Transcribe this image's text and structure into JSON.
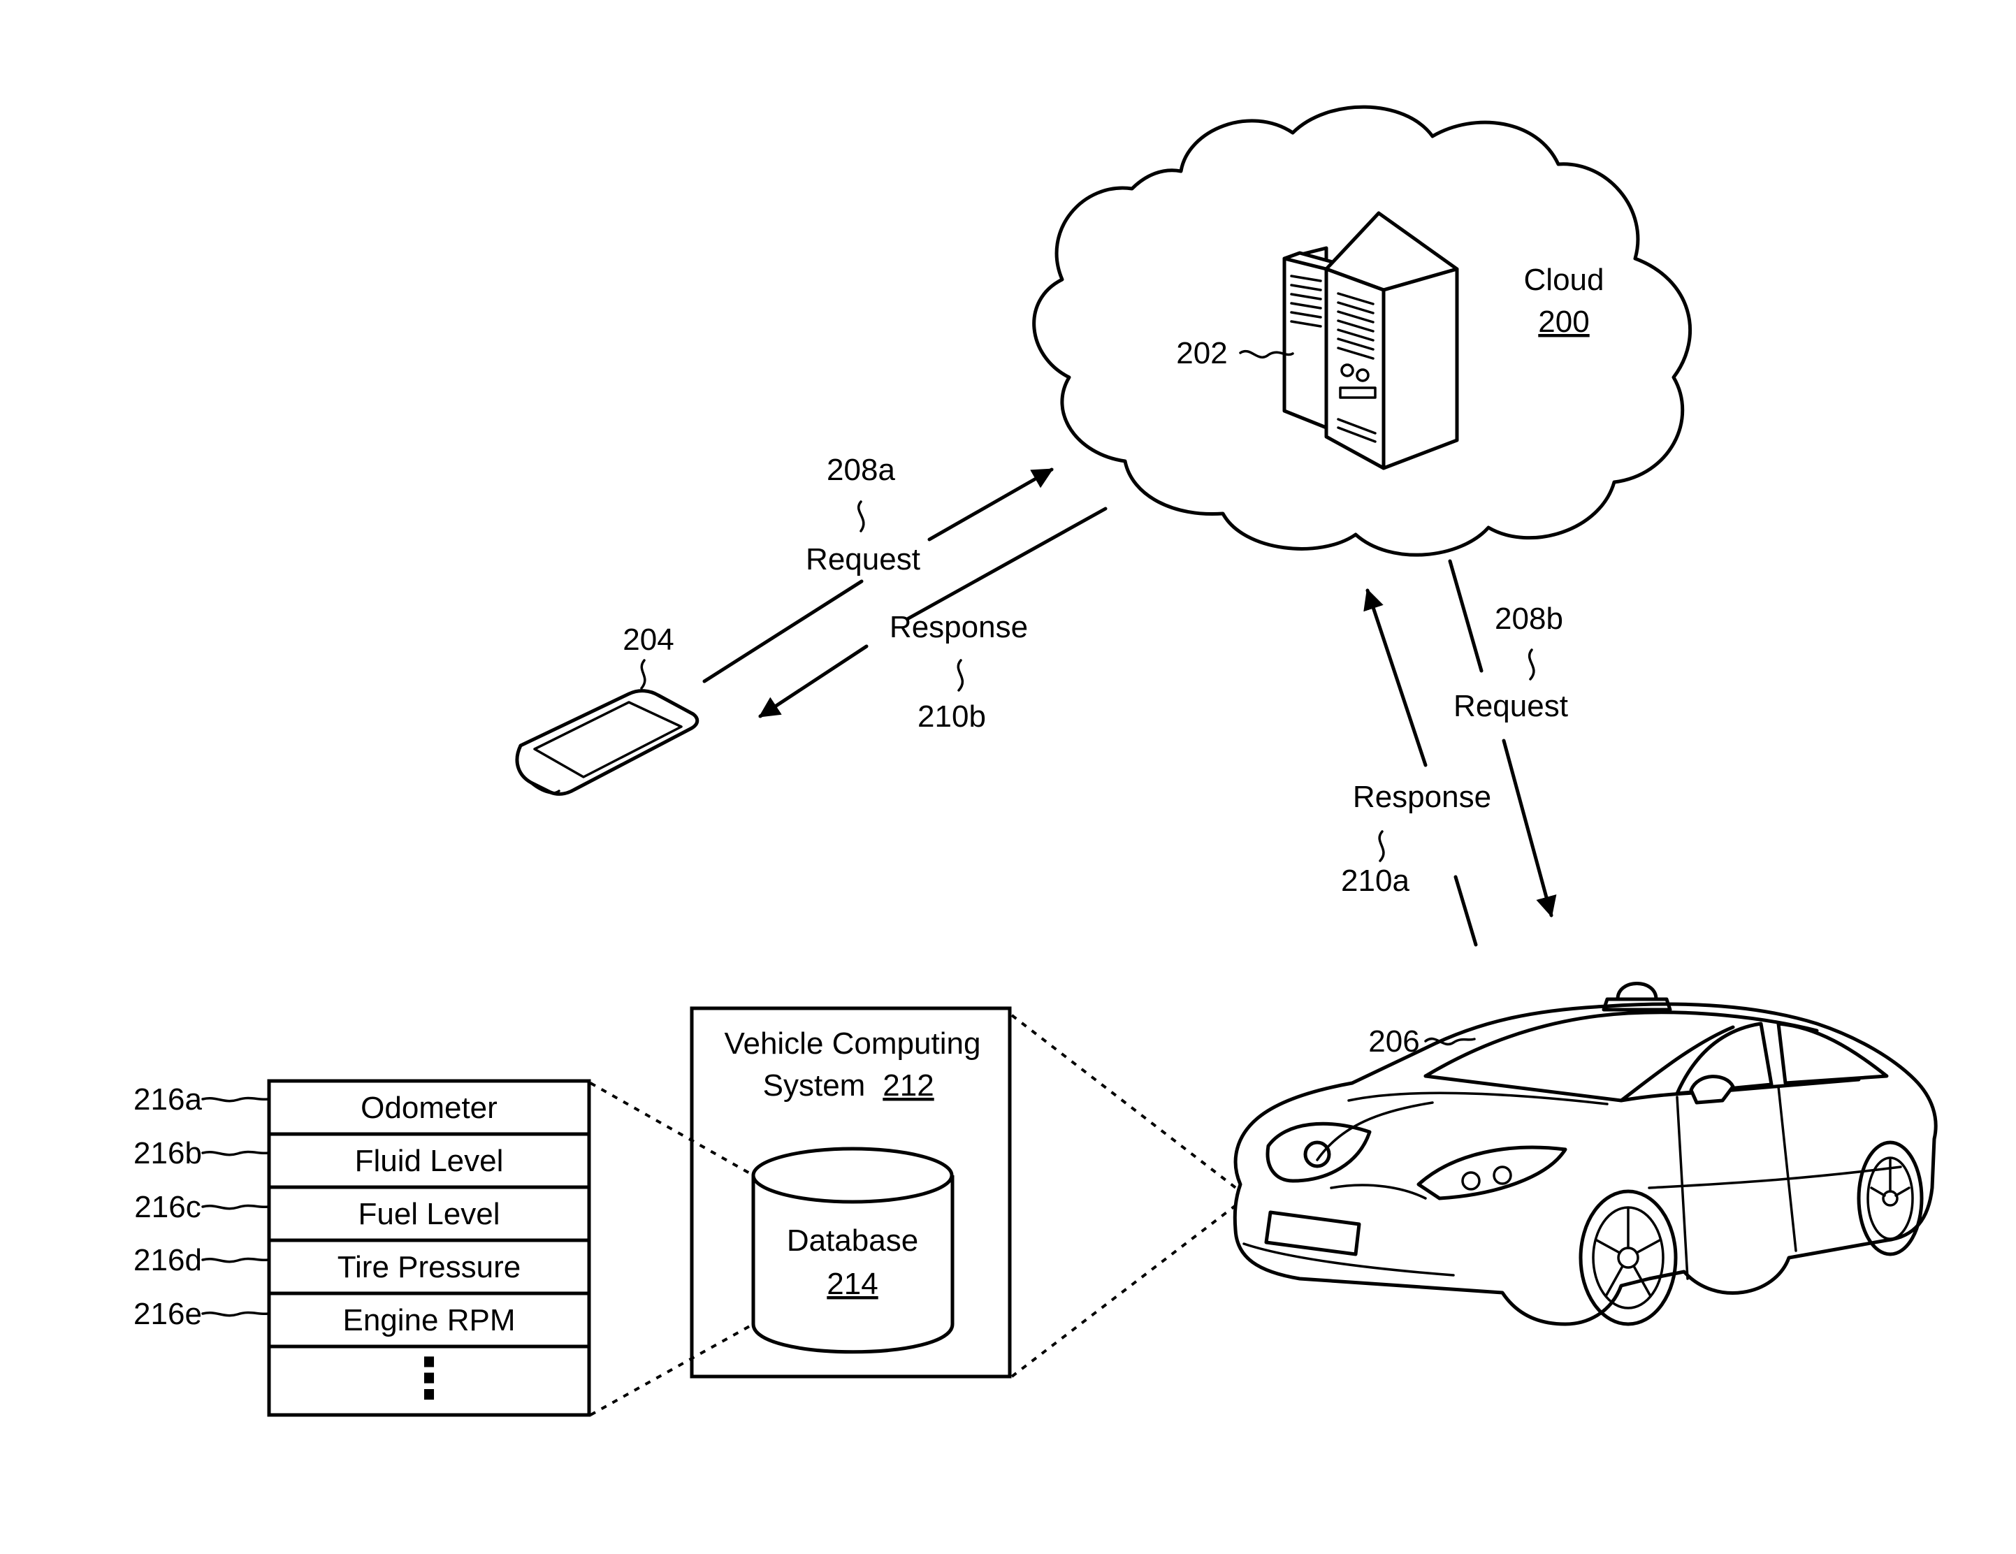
{
  "cloud": {
    "title": "Cloud",
    "ref": "200"
  },
  "server": {
    "ref": "202"
  },
  "phone": {
    "ref": "204"
  },
  "vehicle": {
    "ref": "206"
  },
  "phone_link": {
    "request_label": "Request",
    "request_ref": "208a",
    "response_label": "Response",
    "response_ref": "210b"
  },
  "vehicle_link": {
    "request_label": "Request",
    "request_ref": "208b",
    "response_label": "Response",
    "response_ref": "210a"
  },
  "vcs": {
    "title_line1": "Vehicle Computing",
    "title_line2": "System",
    "ref": "212"
  },
  "database": {
    "label": "Database",
    "ref": "214"
  },
  "data_table": {
    "rows": [
      {
        "label": "Odometer",
        "ref": "216a"
      },
      {
        "label": "Fluid Level",
        "ref": "216b"
      },
      {
        "label": "Fuel Level",
        "ref": "216c"
      },
      {
        "label": "Tire Pressure",
        "ref": "216d"
      },
      {
        "label": "Engine RPM",
        "ref": "216e"
      }
    ],
    "more_indicator": "⋮"
  }
}
